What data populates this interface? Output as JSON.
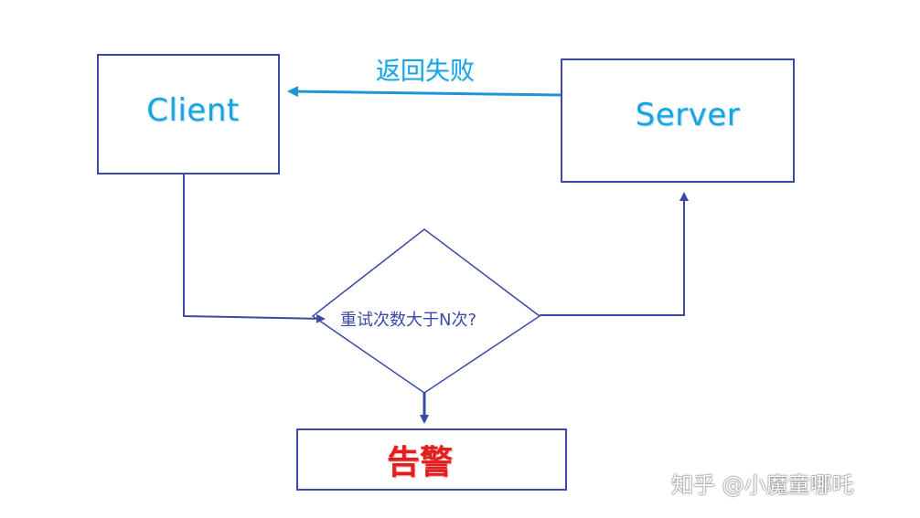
{
  "diagram": {
    "nodes": {
      "client": {
        "label": "Client"
      },
      "server": {
        "label": "Server"
      },
      "decision": {
        "label": "重试次数大于N次?"
      },
      "alarm": {
        "label": "告警"
      }
    },
    "edges": {
      "server_to_client": {
        "label": "返回失败"
      }
    },
    "colors": {
      "box_border": "#3b4aa8",
      "label_blue": "#1aa3df",
      "arrow_blue": "#1f95d6",
      "alarm_red": "#e02020"
    }
  },
  "watermark": {
    "text": "知乎 @小魔童哪吒"
  }
}
